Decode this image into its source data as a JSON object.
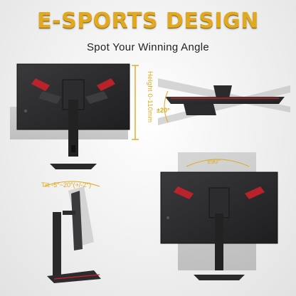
{
  "title": "E-SPORTS DESIGN",
  "subtitle": "Spot Your Winning Angle",
  "features": {
    "height": "Height 0-110mm",
    "swivel": "±20°",
    "pivot": "±90°",
    "tilt": "Tilt -5°~20°(+/-2°)"
  },
  "colors": {
    "accent_gold": "#e0a91f",
    "monitor_dark": "#2a2a2c",
    "led_red": "#d4212a"
  }
}
